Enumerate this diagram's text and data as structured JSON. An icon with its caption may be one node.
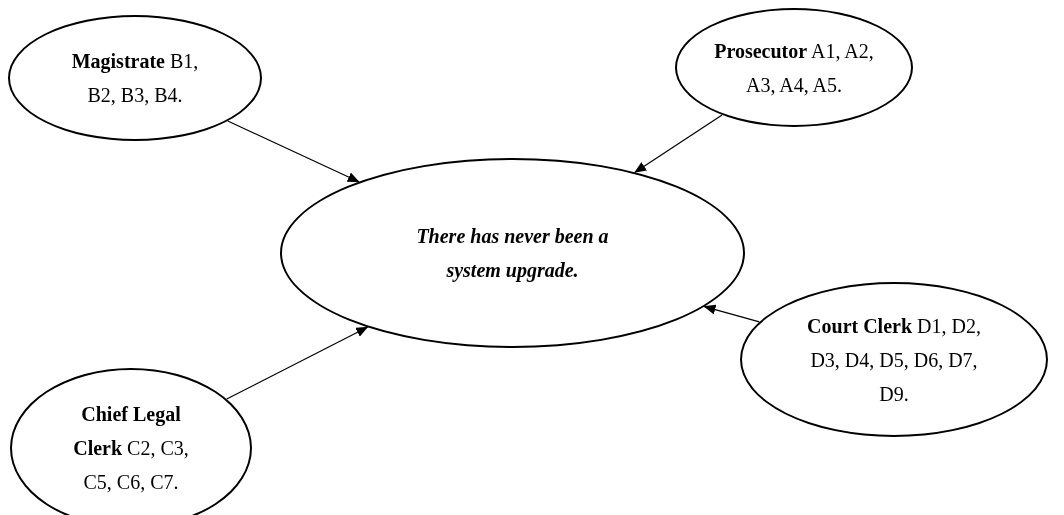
{
  "diagram": {
    "nodes": [
      {
        "text": [
          "**Magistrate** B1, B2, B3, B4."
        ]
      },
      {
        "text": [
          "**Prosecutor** A1, A2, A3, A4, A5."
        ]
      },
      {
        "text": [
          "There has never been a system upgrade."
        ]
      },
      {
        "text": [
          "**Court Clerk** D1, D2, D3, D4, D5, D6, D7, D9."
        ]
      },
      {
        "text": [
          "**Chief Legal Clerk** C2, C3, C5, C6, C7."
        ]
      }
    ],
    "edges": [
      {
        "from": 0,
        "to": 2,
        "arrow": "to"
      },
      {
        "from": 1,
        "to": 2,
        "arrow": "to"
      },
      {
        "from": 4,
        "to": 2,
        "arrow": "to"
      },
      {
        "from": 3,
        "to": 2,
        "arrow": "to"
      }
    ]
  }
}
